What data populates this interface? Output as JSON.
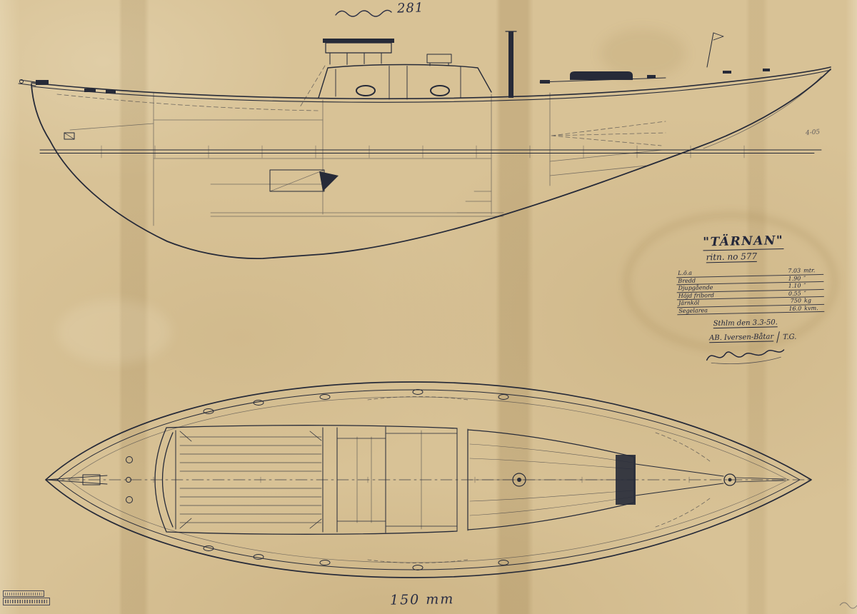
{
  "palette": {
    "paper": "#d8c296",
    "ink": "#262a38"
  },
  "handwritten": {
    "top_number": "281",
    "scale_note": "150 mm",
    "edge_mark": "4-05"
  },
  "title_block": {
    "title": "\"TÄRNAN\"",
    "drawing_no": "ritn. no 577",
    "specs": [
      {
        "label": "L.ö.a",
        "value": "7.03",
        "unit": "mtr."
      },
      {
        "label": "Bredd",
        "value": "1.90",
        "unit": "″"
      },
      {
        "label": "Djupgående",
        "value": "1.10",
        "unit": "″"
      },
      {
        "label": "Höjd fribord",
        "value": "0.55",
        "unit": "″"
      },
      {
        "label": "Järnköl",
        "value": "750",
        "unit": "kg"
      },
      {
        "label": "Segelarea",
        "value": "16.0",
        "unit": "kvm."
      }
    ],
    "date_line": "Sthlm den 3.3-50.",
    "maker": "AB. Iversen-Båtar",
    "initials": "T.G."
  }
}
